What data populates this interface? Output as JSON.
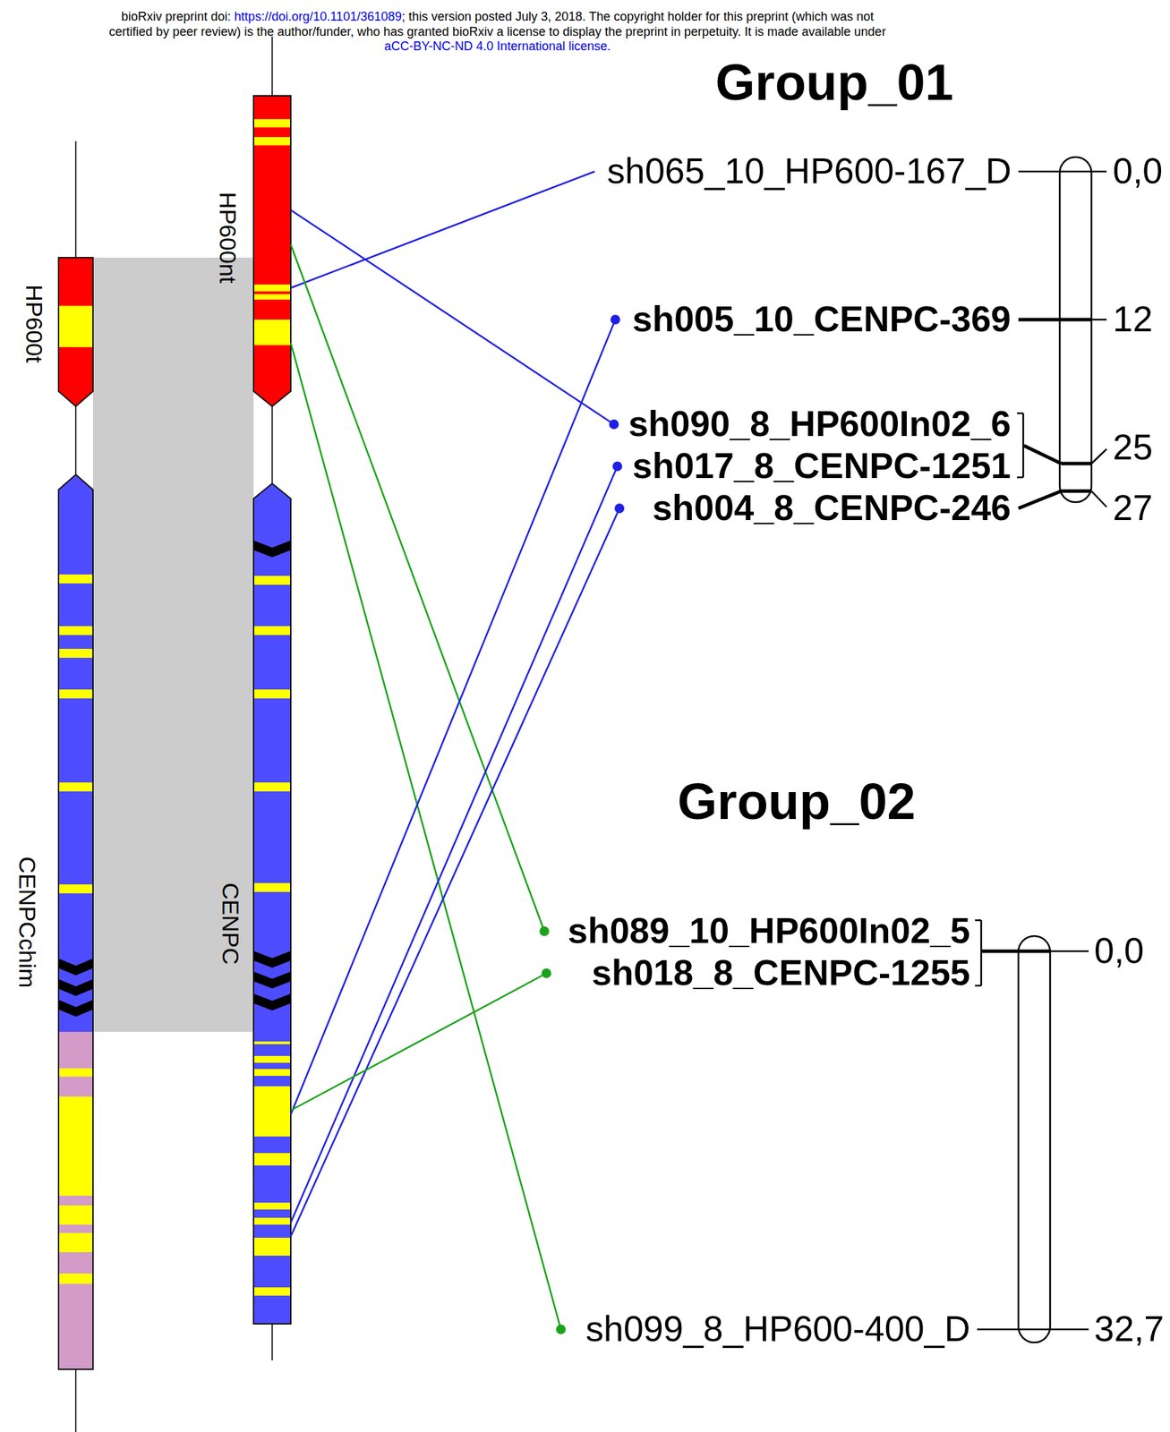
{
  "diagram": {
    "nodes": [
      {
        "text": [
          "HP600t"
        ]
      },
      {
        "text": [
          "CENPCchim"
        ]
      },
      {
        "text": [
          "HP600nt"
        ]
      },
      {
        "text": [
          "CENPC"
        ]
      },
      {
        "text": [
          "sh065_10_HP600-167_D"
        ]
      },
      {
        "text": [
          "sh005_10_CENPC-369"
        ]
      },
      {
        "text": [
          "sh090_8_HP600In02_6"
        ]
      },
      {
        "text": [
          "sh017_8_CENPC-1251"
        ]
      },
      {
        "text": [
          "sh004_8_CENPC-246"
        ]
      },
      {
        "text": [
          "sh089_10_HP600In02_5"
        ]
      },
      {
        "text": [
          "sh018_8_CENPC-1255"
        ]
      },
      {
        "text": [
          "sh099_8_HP600-400_D"
        ]
      }
    ],
    "edges": [
      {
        "from": 2,
        "to": 4,
        "arrow": "none"
      },
      {
        "from": 2,
        "to": 6,
        "arrow": "none"
      },
      {
        "from": 2,
        "to": 9,
        "arrow": "none"
      },
      {
        "from": 2,
        "to": 11,
        "arrow": "none"
      },
      {
        "from": 3,
        "to": 5,
        "arrow": "none"
      },
      {
        "from": 3,
        "to": 7,
        "arrow": "none"
      },
      {
        "from": 3,
        "to": 8,
        "arrow": "none"
      },
      {
        "from": 3,
        "to": 10,
        "arrow": "none"
      }
    ],
    "labels": [
      "bioRxiv preprint doi:",
      "https://doi.org/10.1101/361089",
      "; this version posted July 3, 2018. The copyright holder for this preprint (which was not",
      "certified by peer review) is the author/funder, who has granted bioRxiv a license to display the preprint in perpetuity. It is made available under",
      "aCC-BY-NC-ND 4.0 International license.",
      "Group_01",
      "0,0",
      "12",
      "25",
      "27",
      "Group_02",
      "0,0",
      "32,7"
    ]
  }
}
